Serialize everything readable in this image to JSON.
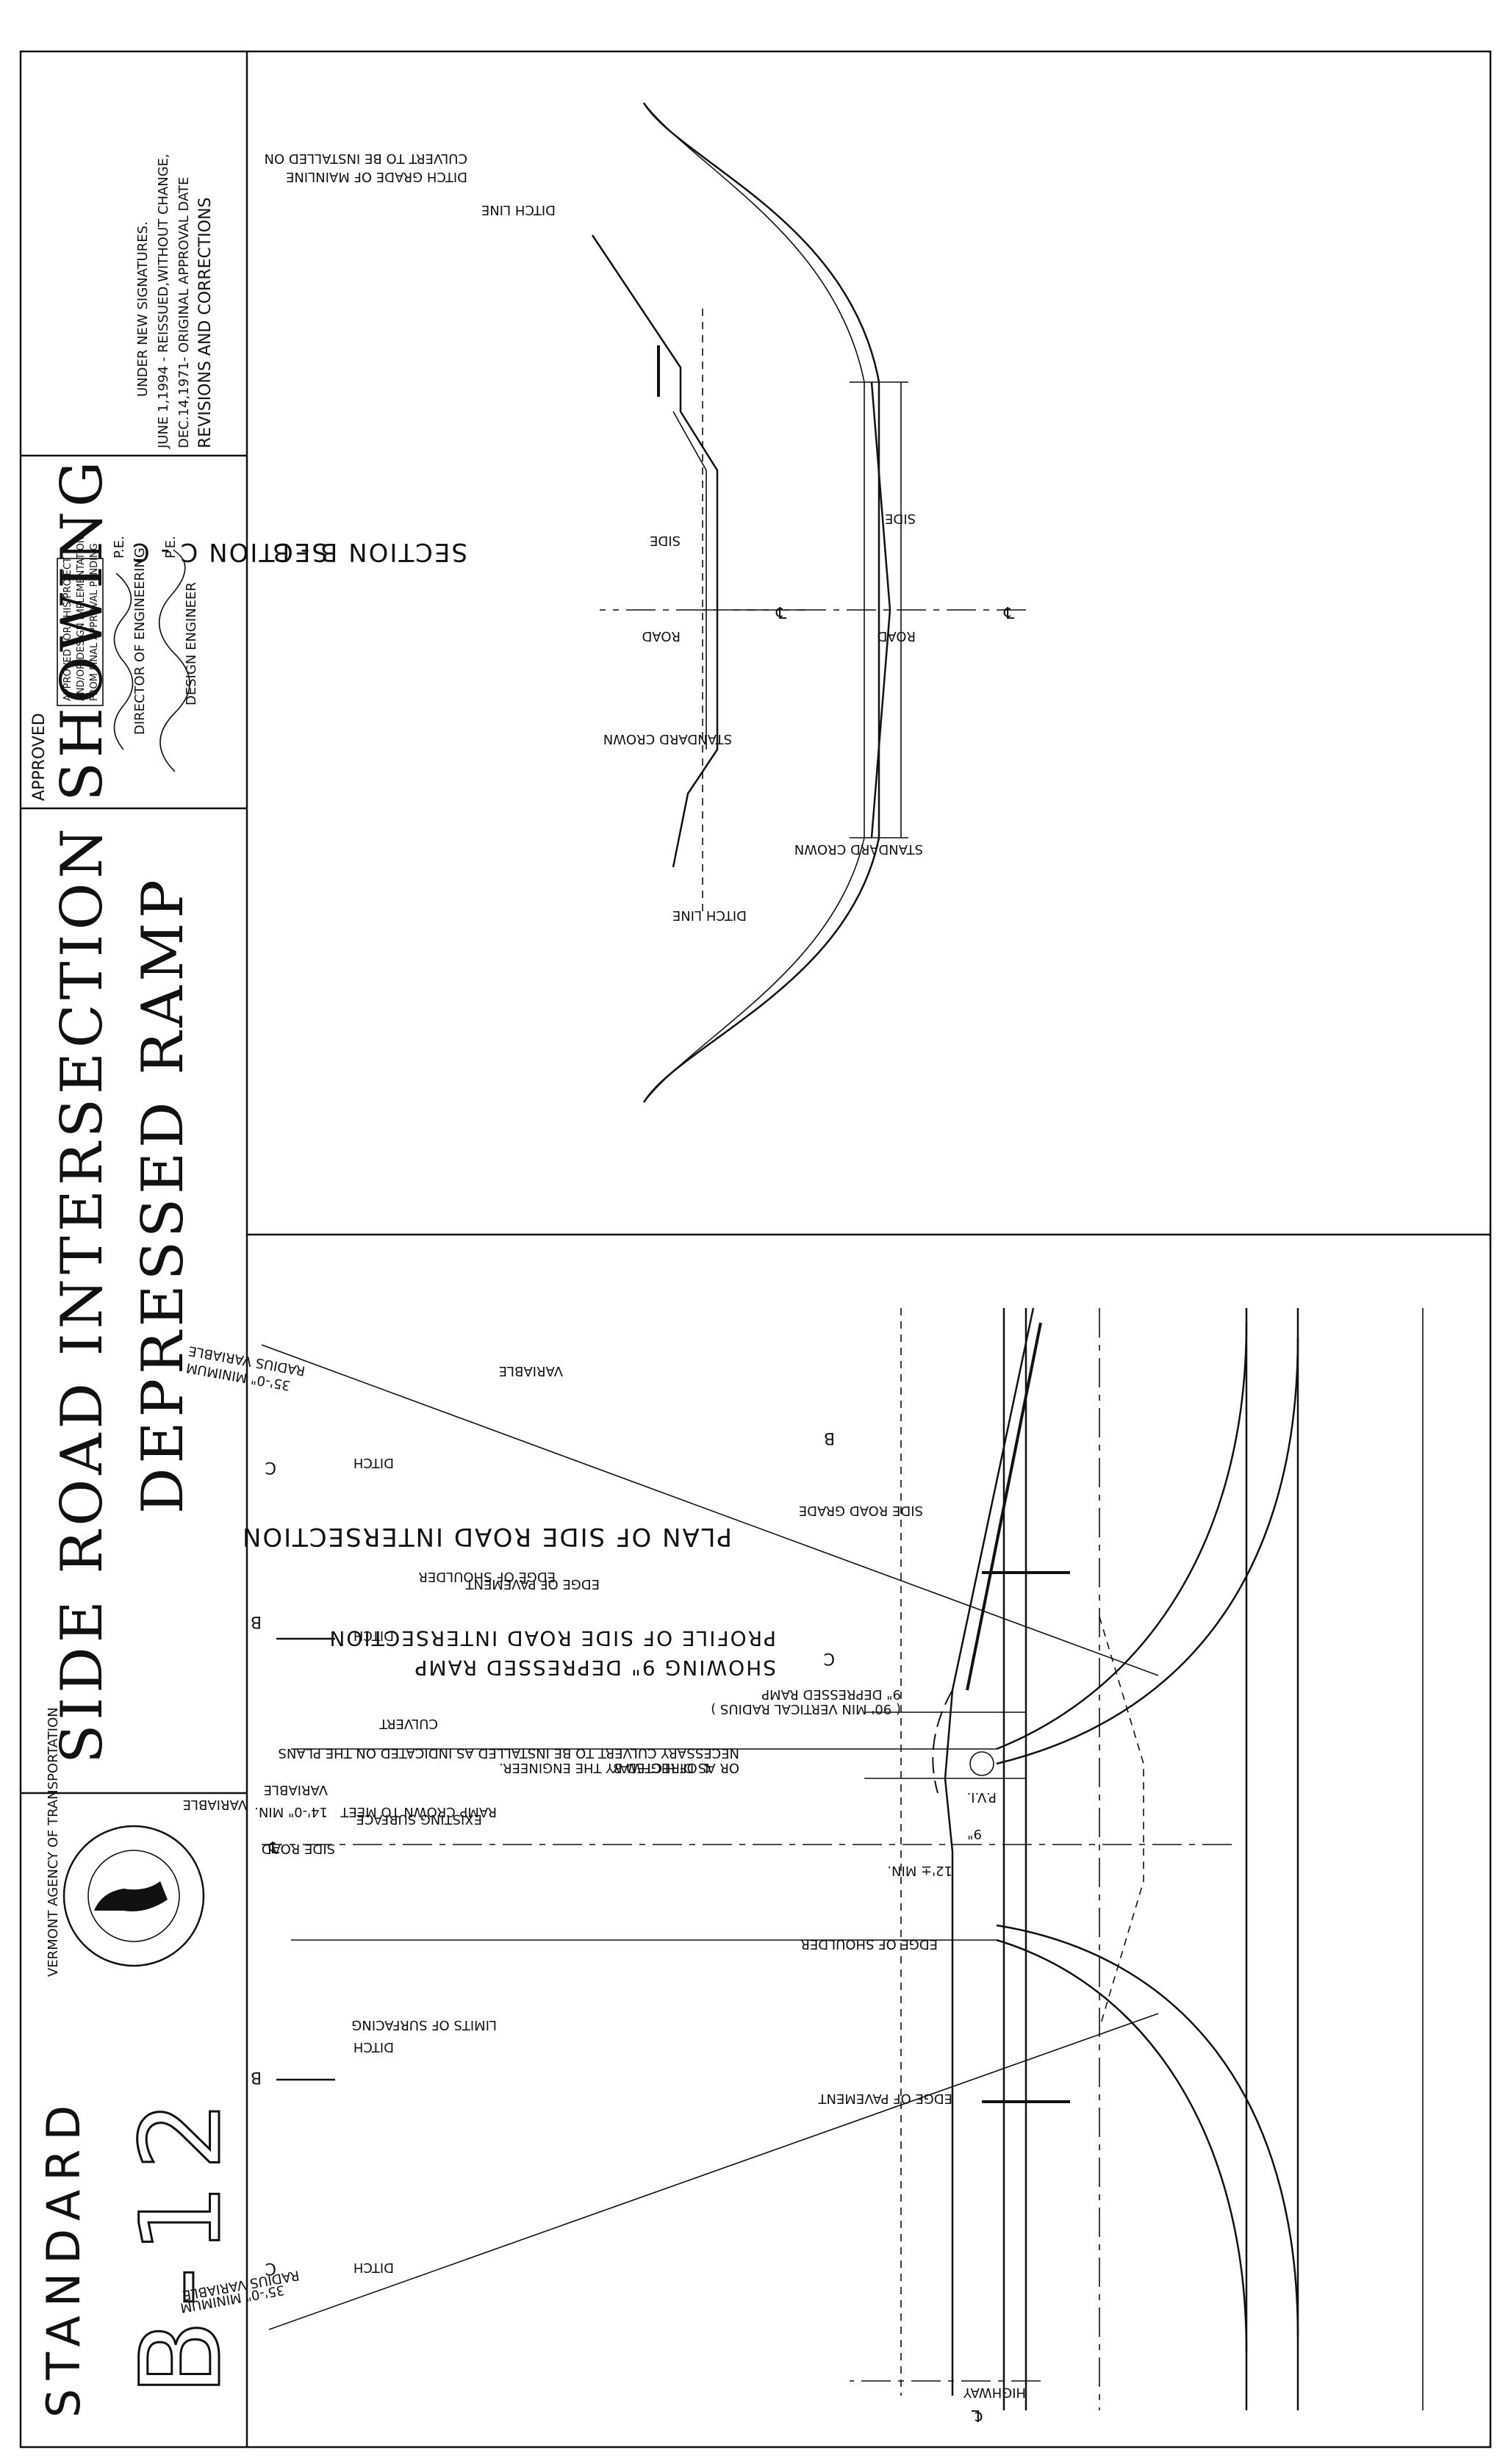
{
  "title_block": {
    "revisions_heading": "REVISIONS AND CORRECTIONS",
    "revision_1": "DEC.14,1971- ORIGINAL APPROVAL DATE",
    "revision_2": "JUNE 1,1994 - REISSUED,WITHOUT CHANGE,",
    "revision_3": "UNDER NEW SIGNATURES.",
    "approved_label": "APPROVED",
    "stamp_line_1": "APPROVED FOR THIS PROJECT",
    "stamp_line_2": "AND/OR DESIGN IMPLEMENTATION",
    "stamp_line_3": "FROM FINAL APPROVAL PENDING",
    "signature_1_suffix": "P.E.",
    "signature_1_title": "DIRECTOR OF ENGINEERING",
    "signature_2_suffix": "P.E.",
    "signature_2_title": "DESIGN ENGINEER",
    "drawing_title_1": "SIDE ROAD INTERSECTION SHOWING",
    "drawing_title_2": "DEPRESSED RAMP",
    "seal_text": "VERMONT AGENCY OF TRANSPORTATION",
    "standard_label": "STANDARD",
    "standard_number": "B-12"
  },
  "section_bb": {
    "title": "SECTION B - B",
    "centerline_symbol": "℄",
    "side_label": "SIDE",
    "road_label": "ROAD",
    "standard_crown": "STANDARD CROWN"
  },
  "section_cc": {
    "title": "SECTION C - C",
    "centerline_symbol": "℄",
    "side_label": "SIDE",
    "road_label": "ROAD",
    "ditch_line_left": "DITCH LINE",
    "ditch_line_right": "DITCH LINE",
    "culvert_note_1": "CULVERT TO BE INSTALLED ON",
    "culvert_note_2": "DITCH GRADE OF MAINLINE",
    "standard_crown": "STANDARD CROWN"
  },
  "plan": {
    "title": "PLAN OF SIDE ROAD INTERSECTION",
    "highway_cl": "℄ OF HIGHWAY",
    "side_road_centerline": "℄",
    "radius_left_1": "RADIUS VARIABLE",
    "radius_left_2": "35'-0\" MINIMUM",
    "radius_right_1": "RADIUS VARIABLE",
    "radius_right_2": "35'-0\" MINIMUM",
    "ditch_1": "DITCH",
    "ditch_2": "DITCH",
    "ditch_3": "DITCH",
    "ditch_4": "DITCH",
    "variable_1": "VARIABLE",
    "variable_2": "VARIABLE",
    "variable_3": "VARIABLE",
    "min_width": "14'-0\" MIN.",
    "side_road": "SIDE  ROAD",
    "culvert": "CULVERT",
    "edge_of_shoulder": "EDGE OF SHOULDER",
    "edge_of_pavement": "EDGE OF PAVEMENT",
    "ramp_note_1": "RAMP CROWN TO MEET",
    "ramp_note_2": "EXISTING SURFACE",
    "limits_of_surfacing": "LIMITS OF SURFACING",
    "sect_b": "B",
    "sect_c": "C"
  },
  "profile": {
    "title_1": "PROFILE OF SIDE ROAD INTERSECTION",
    "title_2": "SHOWING 9\" DEPRESSED RAMP",
    "side_road_grade": "SIDE ROAD GRADE",
    "ramp_1": "9\" DEPRESSED RAMP",
    "ramp_2": "( 90' MIN VERTICAL RADIUS )",
    "pvi": "P.V.I.",
    "nine_in": "9\"",
    "twelve_min": "12'± MIN.",
    "edge_of_shoulder": "EDGE OF SHOULDER",
    "edge_of_pavement": "EDGE OF PAVEMENT",
    "culvert_note_1": "NECESSARY CULVERT TO BE INSTALLED AS INDICATED ON THE PLANS",
    "culvert_note_2": "OR AS DIRECTED BY THE ENGINEER.",
    "highway_label": "HIGHWAY",
    "highway_cl": "℄",
    "sect_b": "B",
    "sect_c": "C"
  }
}
